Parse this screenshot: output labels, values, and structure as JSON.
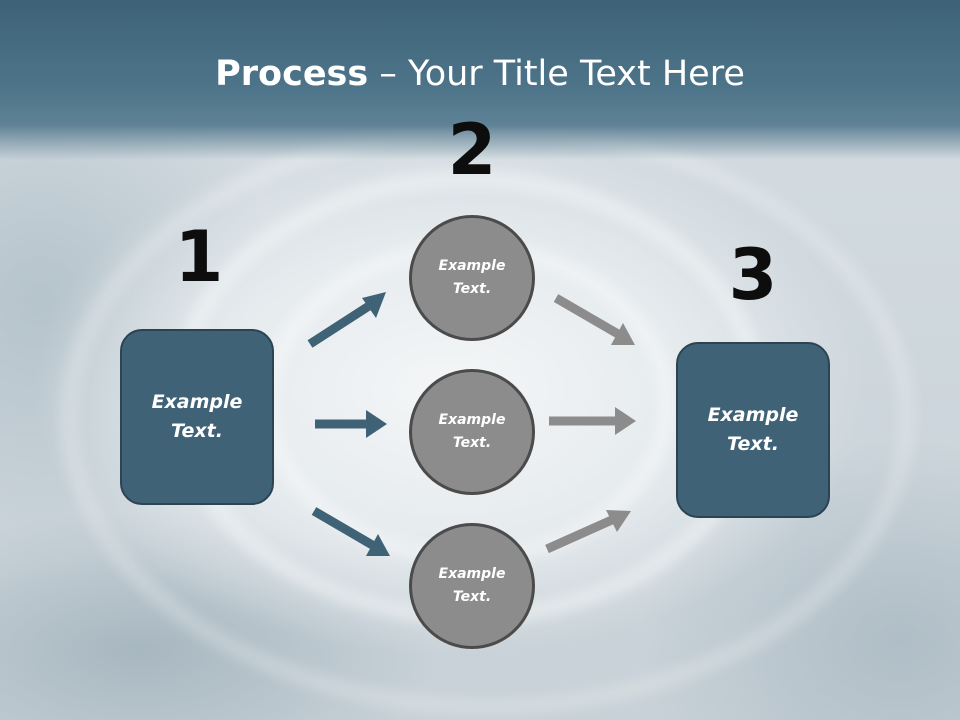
{
  "slide": {
    "title_bold": "Process",
    "title_rest": " – Your Title Text Here"
  },
  "steps": {
    "step1": {
      "number": "1",
      "text": "Example Text."
    },
    "step2": {
      "number": "2"
    },
    "step3": {
      "number": "3",
      "text": "Example Text."
    }
  },
  "circles": [
    {
      "text": "Example Text."
    },
    {
      "text": "Example Text."
    },
    {
      "text": "Example Text."
    }
  ],
  "colors": {
    "header": "#4d7489",
    "box_fill": "#3f6276",
    "left_arrows": "#3f6276",
    "right_arrows": "#8c8c8c",
    "circle_fill": "#8c8c8c"
  }
}
